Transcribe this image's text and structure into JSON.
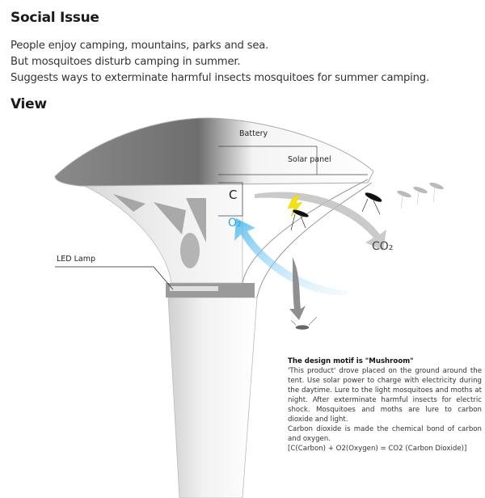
{
  "social_issue": {
    "heading": "Social Issue",
    "lines": [
      "People enjoy camping, mountains, parks and sea.",
      "But mosquitoes disturb camping in summer.",
      "Suggests ways to exterminate harmful insects mosquitoes for summer camping."
    ]
  },
  "view": {
    "heading": "View",
    "labels": {
      "battery": "Battery",
      "solar_panel": "Solar panel",
      "carbon": "C",
      "oxygen": "O₂",
      "co2": "CO₂",
      "led_lamp": "LED Lamp"
    },
    "colors": {
      "oxygen": "#29a8e0",
      "lightning": "#f5e400",
      "arrow_gray": "#9a9a9a"
    }
  },
  "description": {
    "title": "The design motif  is \"Mushroom\"",
    "paragraphs": [
      "'This product' drove placed on the ground around the tent. Use solar power to charge with electricity during the daytime. Lure to the light mosquitoes and moths at night. After exterminate harmful insects for electric shock. Mosquitoes and moths are lure to carbon dioxide and light.",
      "Carbon dioxide is made the chemical bond of carbon and oxygen.",
      "[C(Carbon) + O2(Oxygen) = CO2 (Carbon Dioxide)]"
    ]
  }
}
